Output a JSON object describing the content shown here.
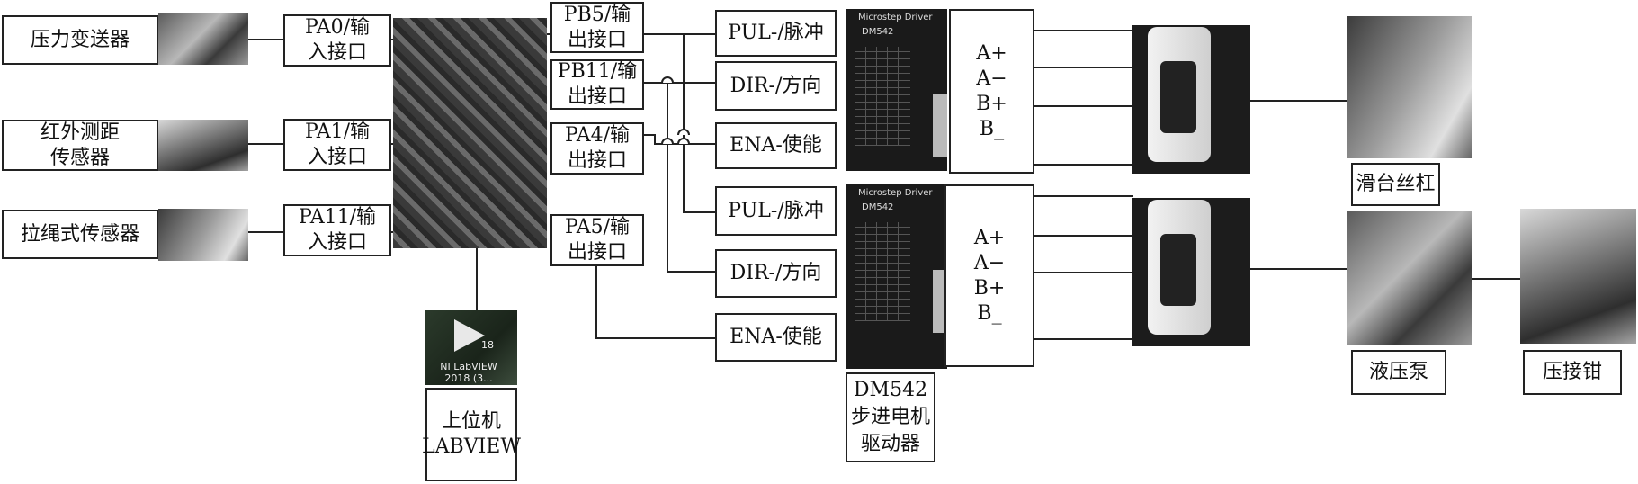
{
  "sensors": [
    {
      "label": "压力变送器"
    },
    {
      "label": "红外测距\n传感器"
    },
    {
      "label": "拉绳式传感器"
    }
  ],
  "input_ports": [
    {
      "label": "PA0/输\n入接口"
    },
    {
      "label": "PA1/输\n入接口"
    },
    {
      "label": "PA11/输\n入接口"
    }
  ],
  "output_ports": [
    {
      "label": "PB5/输\n出接口"
    },
    {
      "label": "PB11/输\n出接口"
    },
    {
      "label": "PA4/输\n出接口"
    },
    {
      "label": "PA5/输\n出接口"
    }
  ],
  "signals": [
    {
      "label": "PUL-/脉冲"
    },
    {
      "label": "DIR-/方向"
    },
    {
      "label": "ENA-使能"
    },
    {
      "label": "PUL-/脉冲"
    },
    {
      "label": "DIR-/方向"
    },
    {
      "label": "ENA-使能"
    }
  ],
  "phases": [
    "A+\nA−\nB+\nB_",
    "A+\nA−\nB+\nB_"
  ],
  "driver_photo": {
    "header": "Microstep Driver",
    "model": "DM542"
  },
  "driver_label": "DM542\n步进电机\n驱动器",
  "host_label": "上位机\nLABVIEW",
  "labview_icon": {
    "badge": "18",
    "caption": "NI LabVIEW\n2018 (3..."
  },
  "equipment": [
    {
      "label": "滑台丝杠"
    },
    {
      "label": "液压泵"
    },
    {
      "label": "压接钳"
    }
  ]
}
